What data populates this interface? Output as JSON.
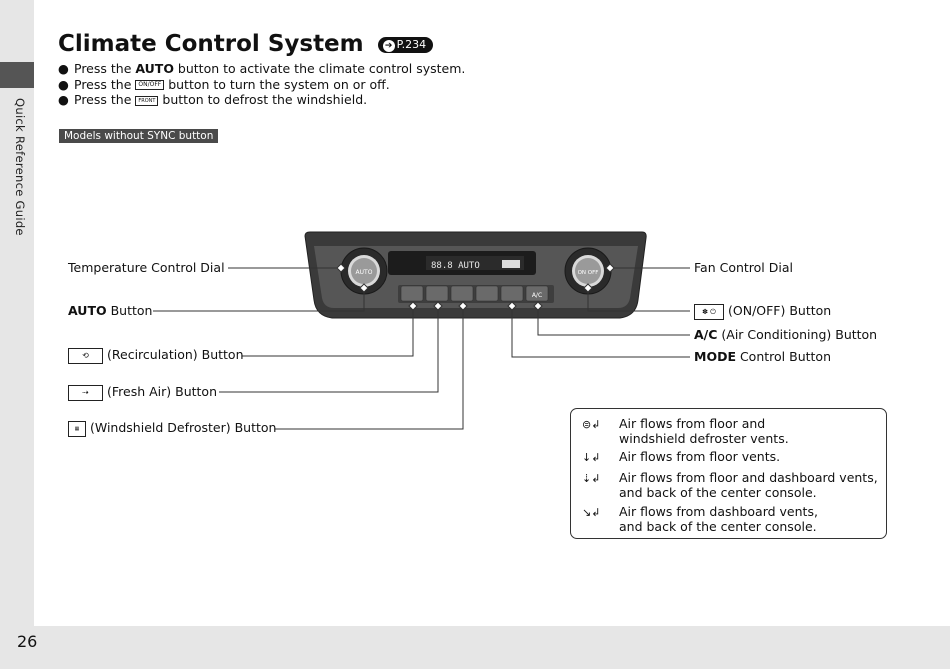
{
  "sidebar": {
    "label": "Quick Reference Guide"
  },
  "page_number": "26",
  "title": "Climate Control System",
  "title_ref": "P.234",
  "bullets": [
    {
      "pre": "Press the ",
      "key": "AUTO",
      "post": " button to activate the climate control system."
    },
    {
      "pre": "Press the ",
      "key_icon": "ON/OFF",
      "post": " button to turn the system on or off."
    },
    {
      "pre": "Press the ",
      "key_icon": "FRONT",
      "post": " button to defrost the windshield."
    }
  ],
  "model_badge": "Models without SYNC button",
  "labels": {
    "temp_dial": "Temperature Control Dial",
    "auto_bold": "AUTO",
    "auto_rest": " Button",
    "recirc": "(Recirculation) Button",
    "fresh": "(Fresh Air) Button",
    "defrost": "(Windshield Defroster) Button",
    "fan_dial": "Fan Control Dial",
    "onoff": "(ON/OFF) Button",
    "ac_bold": "A/C",
    "ac_rest": " (Air Conditioning) Button",
    "mode_bold": "MODE",
    "mode_rest": " Control Button"
  },
  "panel_text": {
    "auto_knob": "AUTO",
    "fan_knob": "ON OFF",
    "display": "88.8 AUTO",
    "ac_button": "A/C"
  },
  "legend": [
    {
      "icon": "defrost-floor-icon",
      "line1": "Air flows from floor and",
      "line2": "windshield defroster vents."
    },
    {
      "icon": "floor-icon",
      "line1": "Air flows from floor vents.",
      "line2": ""
    },
    {
      "icon": "floor-dash-icon",
      "line1": "Air flows from floor and dashboard vents,",
      "line2": "and back of the center console."
    },
    {
      "icon": "dash-icon",
      "line1": "Air flows from dashboard vents,",
      "line2": "and back of the center console."
    }
  ]
}
